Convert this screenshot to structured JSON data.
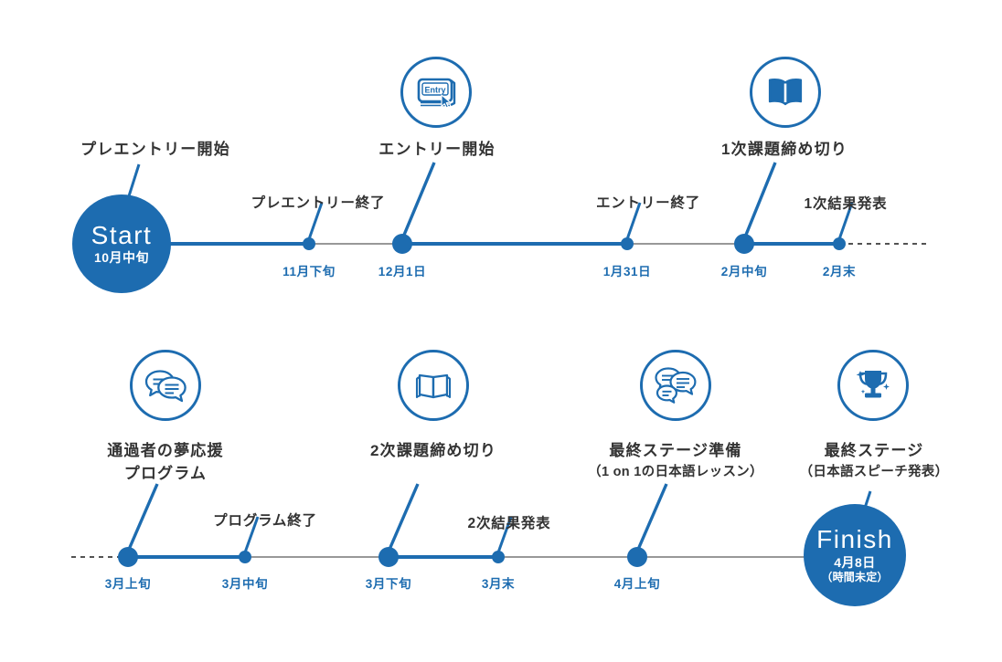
{
  "meta": {
    "accent_color": "#1d6cb0",
    "text_color": "#333333",
    "line_gray": "#777777",
    "background": "#ffffff"
  },
  "timelines": [
    {
      "id": "row-1",
      "start_endpoint": {
        "name": "start",
        "title": "Start",
        "date": "10月中旬"
      },
      "milestones": [
        {
          "tick_label": "11月下旬",
          "title": "プレエントリー終了",
          "icon": null,
          "marker": "small"
        },
        {
          "tick_label": "12月1日",
          "title": "エントリー開始",
          "icon": "entry-card-icon",
          "marker": "large"
        },
        {
          "tick_label": "1月31日",
          "title": "エントリー終了",
          "icon": null,
          "marker": "small"
        },
        {
          "tick_label": "2月中旬",
          "title": "1次課題締め切り",
          "icon": "open-book-icon",
          "marker": "large"
        },
        {
          "tick_label": "2月末",
          "title": "1次結果発表",
          "icon": null,
          "marker": "small"
        }
      ],
      "pre_entry_title": "プレエントリー開始"
    },
    {
      "id": "row-2",
      "end_endpoint": {
        "name": "finish",
        "title": "Finish",
        "date": "4月8日",
        "note": "（時間未定）"
      },
      "milestones": [
        {
          "tick_label": "3月上旬",
          "title": "通過者の夢応援",
          "title_line2": "プログラム",
          "icon": "two-speech-bubbles-icon",
          "marker": "large"
        },
        {
          "tick_label": "3月中旬",
          "title": "プログラム終了",
          "icon": null,
          "marker": "small"
        },
        {
          "tick_label": "3月下旬",
          "title": "2次課題締め切り",
          "icon": "open-book-icon",
          "marker": "large"
        },
        {
          "tick_label": "3月末",
          "title": "2次結果発表",
          "icon": null,
          "marker": "small"
        },
        {
          "tick_label": "4月上旬",
          "title": "最終ステージ準備",
          "title_line2": "（1 on 1の日本語レッスン）",
          "icon": "three-speech-bubbles-icon",
          "marker": "large"
        },
        {
          "tick_label": "",
          "title": "最終ステージ",
          "title_line2": "（日本語スピーチ発表）",
          "icon": "trophy-icon",
          "marker": "none"
        }
      ]
    }
  ],
  "entry_icon_label": "Entry"
}
